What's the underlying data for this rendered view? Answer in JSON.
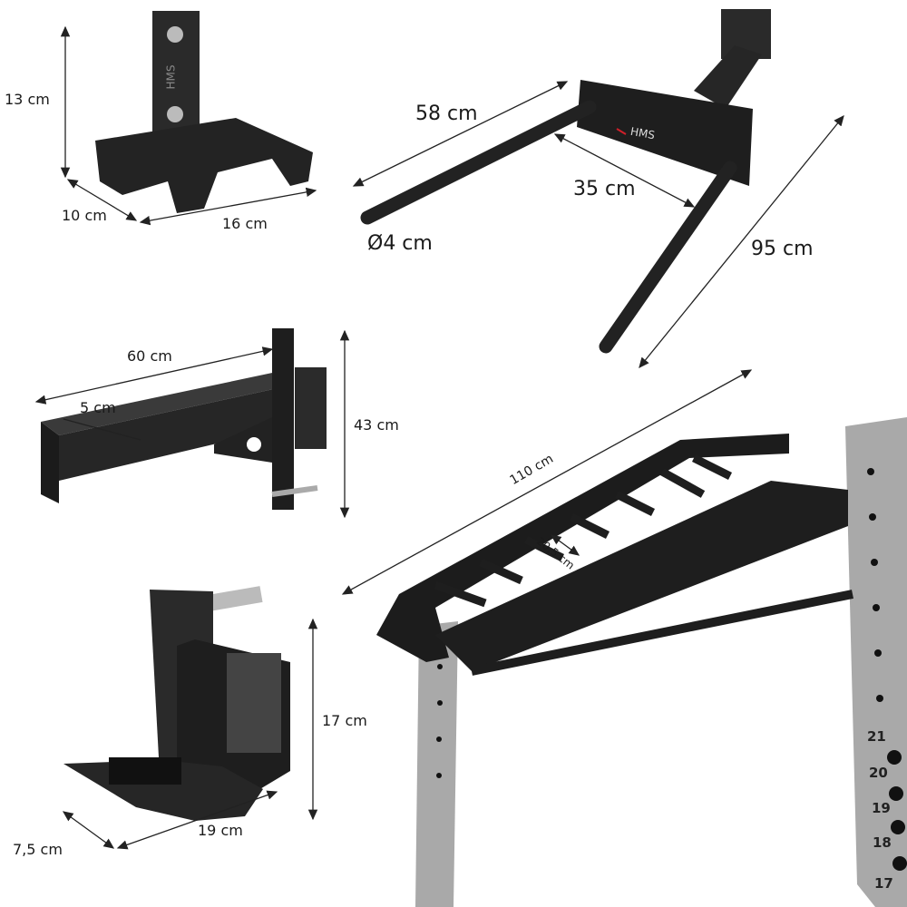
{
  "brand": "HMS",
  "colors": {
    "steel": "#1e1e1e",
    "rack": "#a9a9a9",
    "accent": "#d0202a"
  },
  "parts": {
    "j_hook_small": {
      "height": "13 cm",
      "depth": "10 cm",
      "width": "16 cm"
    },
    "dip_bar": {
      "length": "58 cm",
      "spacing": "35 cm",
      "diameter": "Ø4 cm",
      "total": "95 cm"
    },
    "spotter_arm": {
      "length": "60 cm",
      "profile": "5 cm",
      "height": "43 cm"
    },
    "pullup_bar": {
      "width": "110 cm",
      "spacing": "20,5 cm"
    },
    "j_hook_large": {
      "height": "17 cm",
      "width": "19 cm",
      "depth": "7,5 cm"
    }
  },
  "rack_numbers": [
    "21",
    "20",
    "19",
    "18",
    "17"
  ]
}
